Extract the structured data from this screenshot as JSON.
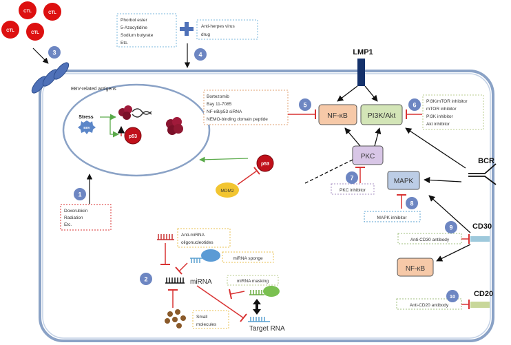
{
  "cells": {
    "ctl_label": "CTL"
  },
  "antigens": {
    "label": "EBV-related antigens"
  },
  "steps": [
    "1",
    "2",
    "3",
    "4",
    "5",
    "6",
    "7",
    "8",
    "9",
    "10"
  ],
  "boxes": {
    "inducers": [
      "Phorbol ester",
      "5-Azacytidine",
      "Sodium butyrate",
      "Etc."
    ],
    "antiherpes": [
      "Anti-herpes virus",
      "drug"
    ],
    "nfkb_inhibitors": [
      "Bortezomib",
      "Bay 11-7085",
      "NF-κB/p53 siRNA",
      "NEMO-binding domain peptide"
    ],
    "pi3k_inhibitors": [
      "PI3K/mTOR inhibitor",
      "mTOR inhibitor",
      "PI3K inhibitor",
      "Akt inhibitor"
    ],
    "dna_damage": [
      "Doxorubicin",
      "Radiation",
      "Etc."
    ],
    "pkc_inhibitor": "PKC inhibitor",
    "mapk_inhibitor": "MAPK inhibitor",
    "anti_cd30": "Anti-CD30 antibody",
    "anti_cd20": "Anti-CD20 antibody",
    "anti_mirna": [
      "Anti-miRNA",
      "oligonucleotides"
    ],
    "mirna_sponge": "miRNA sponge",
    "mirna_masking": "miRNA masking",
    "small_molecules": [
      "Small",
      "molecules"
    ]
  },
  "nodes": {
    "lmp1": "LMP1",
    "nfkb": "NF-κB",
    "pi3k_akt": "PI3K/Akt",
    "pkc": "PKC",
    "mapk": "MAPK",
    "nfkb2": "NF-κB",
    "bcr": "BCR",
    "cd30": "CD30",
    "cd20": "CD20",
    "p53": "p53",
    "p53_nucleus": "p53",
    "mdm2": "MDM2",
    "stress": "Stress",
    "ebv_nucleus": "EBV",
    "mirna": "miRNA",
    "target_rna": "Target RNA"
  },
  "colors": {
    "ctl": "#dd1010",
    "step_badge": "#6d86c2",
    "receptor": "#4f71b8",
    "nfkb_fill": "#f6c9a8",
    "pi3k_fill": "#d3e5b7",
    "pkc_fill": "#d8c6e6",
    "mapk_fill": "#bccde6",
    "inhibit": "#d83232",
    "activate": "#5aaa4a",
    "cell_border": "#8aa2c6",
    "cd30_bar": "#9ec9dc",
    "cd20_bar": "#c8d79a"
  }
}
